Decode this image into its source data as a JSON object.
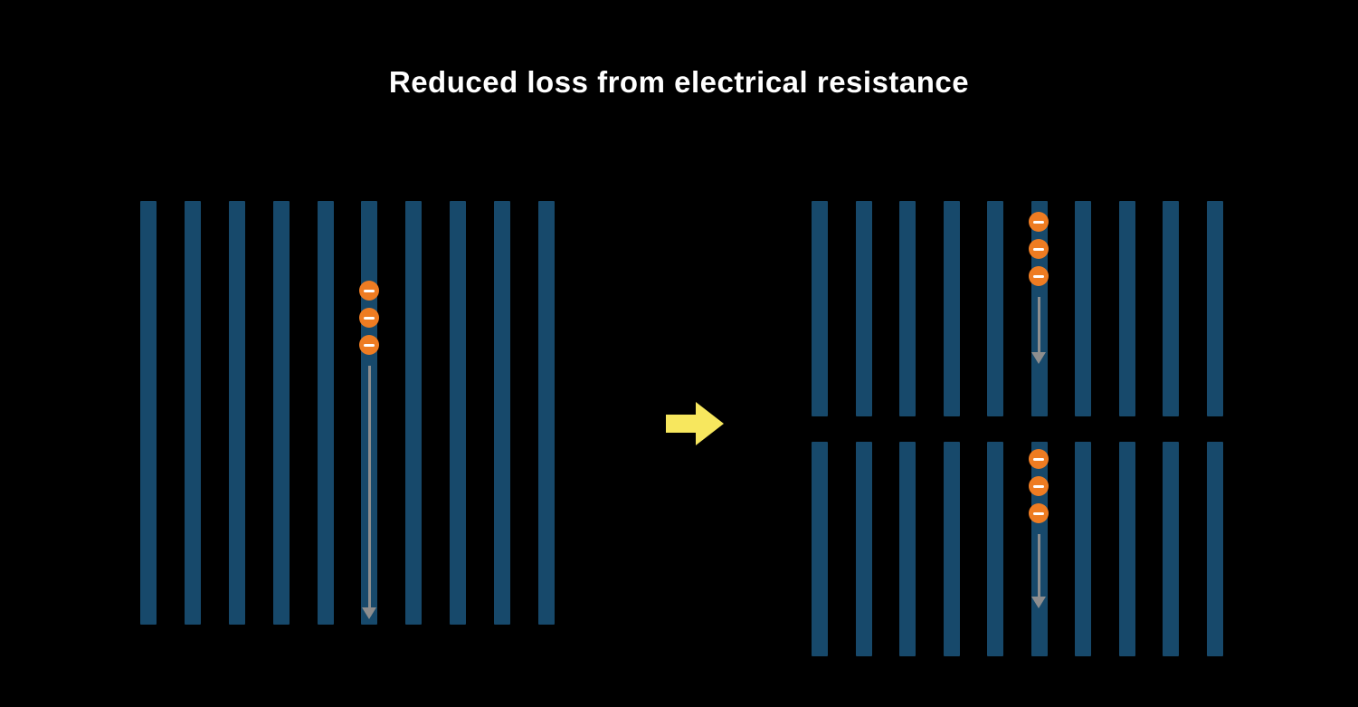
{
  "title": "Reduced loss from electrical resistance",
  "colors": {
    "background": "#000000",
    "bar": "#17496b",
    "electron": "#ee7c22",
    "electron_symbol": "#ffffff",
    "flow_arrow": "#8e8e8e",
    "transition_arrow": "#f7e75e"
  },
  "panels": {
    "full_cell": {
      "bar_count": 10,
      "electron_count": 3,
      "electron_bar_index": 5
    },
    "half_cell_top": {
      "bar_count": 10,
      "electron_count": 3,
      "electron_bar_index": 5
    },
    "half_cell_bottom": {
      "bar_count": 10,
      "electron_count": 3,
      "electron_bar_index": 5
    }
  },
  "icons": {
    "electron": "electron-minus-icon",
    "flow": "down-arrow-icon",
    "transition": "right-arrow-icon"
  }
}
